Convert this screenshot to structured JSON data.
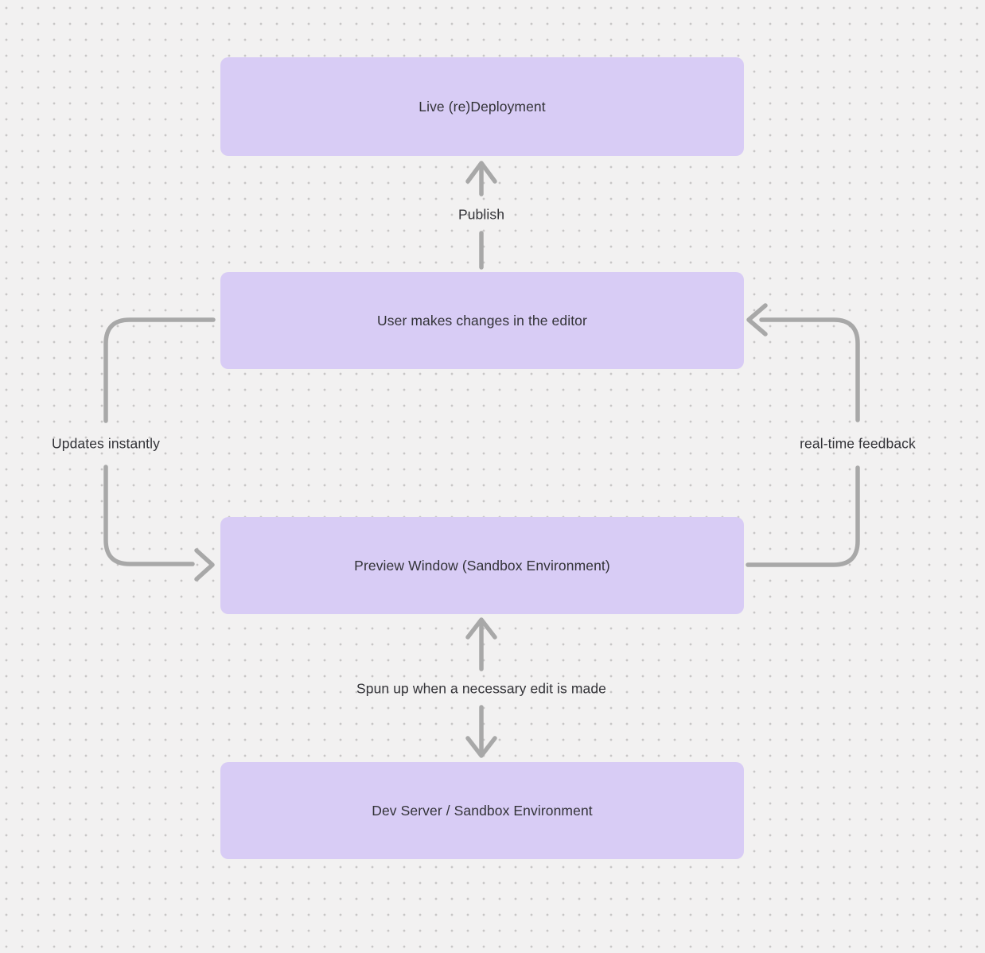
{
  "diagram": {
    "type": "flowchart",
    "colors": {
      "canvas_background": "#f2f1f1",
      "grid_dot": "#c7c6c6",
      "node_fill": "#d8ccf5",
      "arrow": "#a8a8a8",
      "text": "#333338"
    },
    "nodes": [
      {
        "id": "live-redeployment",
        "label": "Live (re)Deployment"
      },
      {
        "id": "user-editor",
        "label": "User makes changes in the editor"
      },
      {
        "id": "preview-window",
        "label": "Preview Window (Sandbox Environment)"
      },
      {
        "id": "dev-server",
        "label": "Dev Server / Sandbox Environment"
      }
    ],
    "edges": [
      {
        "id": "publish",
        "label": "Publish",
        "from": "user-editor",
        "to": "live-redeployment",
        "direction": "up"
      },
      {
        "id": "updates-instantly",
        "label": "Updates instantly",
        "from": "user-editor",
        "to": "preview-window",
        "direction": "left-loop"
      },
      {
        "id": "realtime-feedback",
        "label": "real-time feedback",
        "from": "preview-window",
        "to": "user-editor",
        "direction": "right-loop"
      },
      {
        "id": "spun-up",
        "label": "Spun up when a necessary edit is made",
        "from": "dev-server",
        "to": "preview-window",
        "direction": "bidirectional"
      }
    ]
  }
}
